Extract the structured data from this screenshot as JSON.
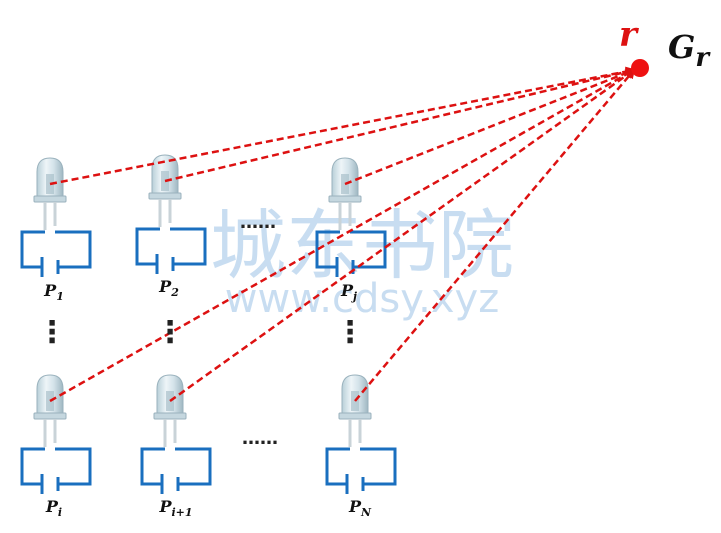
{
  "target": {
    "name": "r",
    "group_label_main": "G",
    "group_label_sub": "r",
    "dot_color": "#ee1111",
    "name_color": "#dd1111"
  },
  "ray_color": "#dd1111",
  "circuit_color": "#1a6fbf",
  "sources": [
    {
      "base": "P",
      "sub": "1"
    },
    {
      "base": "P",
      "sub": "2"
    },
    {
      "base": "P",
      "sub": "j"
    },
    {
      "base": "P",
      "sub": "i"
    },
    {
      "base": "P",
      "sub": "i+1"
    },
    {
      "base": "P",
      "sub": "N"
    }
  ],
  "ellipsis_h": "……",
  "ellipsis_v": "⋮",
  "watermark": {
    "line1": "城东书院",
    "line2": "www.cdsy.xyz",
    "color": "#9cc3e6"
  }
}
